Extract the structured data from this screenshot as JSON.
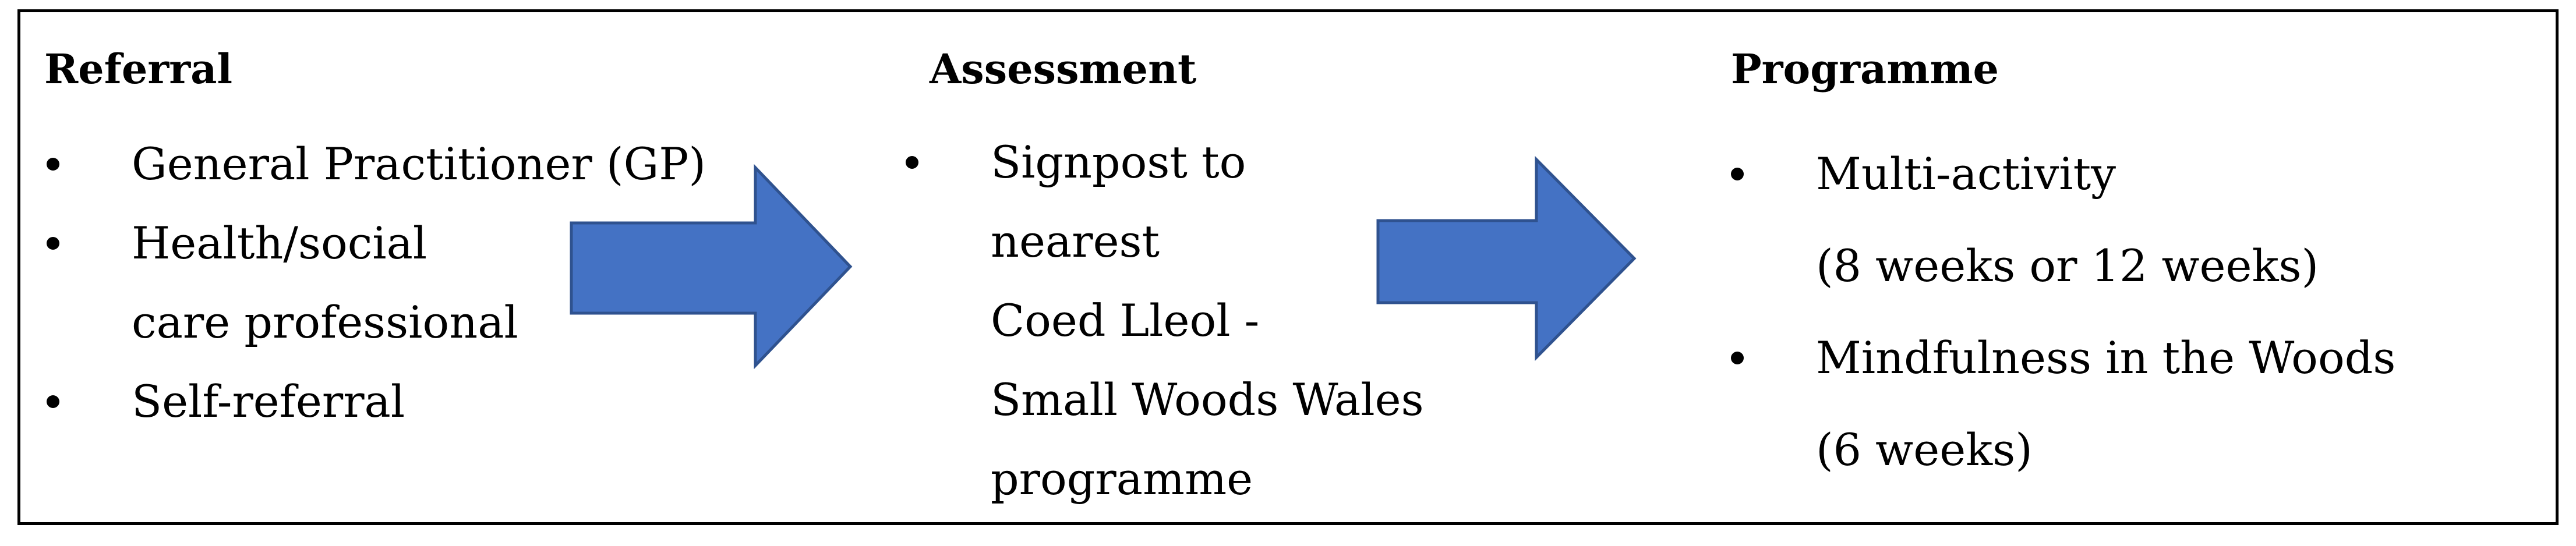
{
  "diagram": {
    "accent_color": "#4472c4",
    "arrow_stroke": "#2f528f",
    "columns": [
      {
        "id": "referral",
        "heading": "Referral",
        "items": [
          [
            "General Practitioner (GP)"
          ],
          [
            "Health/social",
            "care professional"
          ],
          [
            "Self-referral"
          ]
        ]
      },
      {
        "id": "assessment",
        "heading": "Assessment",
        "items": [
          [
            "Signpost to",
            "nearest",
            "Coed Lleol -",
            "Small Woods Wales",
            "programme"
          ]
        ]
      },
      {
        "id": "programme",
        "heading": "Programme",
        "items": [
          [
            "Multi-activity",
            "(8 weeks or 12 weeks)"
          ],
          [
            "Mindfulness in the Woods",
            "(6 weeks)"
          ]
        ]
      }
    ]
  }
}
